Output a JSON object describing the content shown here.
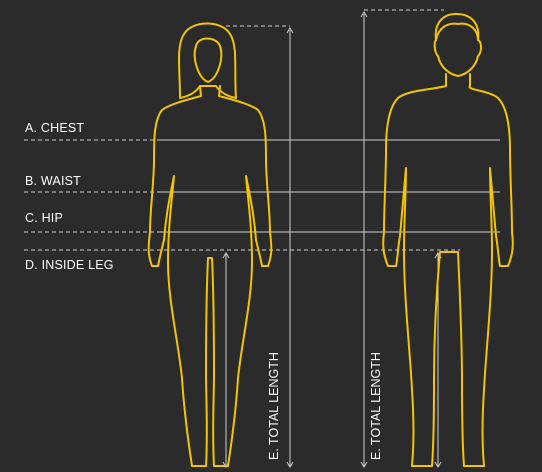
{
  "labels": {
    "chest": "A. CHEST",
    "waist": "B. WAIST",
    "hip": "C. HIP",
    "inside_leg": "D. INSIDE LEG",
    "total_length_woman": "E. TOTAL LENGTH",
    "total_length_man": "E. TOTAL LENGTH"
  },
  "colors": {
    "background": "#2b2b2b",
    "outline": "#f2c500",
    "lines": "#cfcfcf"
  }
}
